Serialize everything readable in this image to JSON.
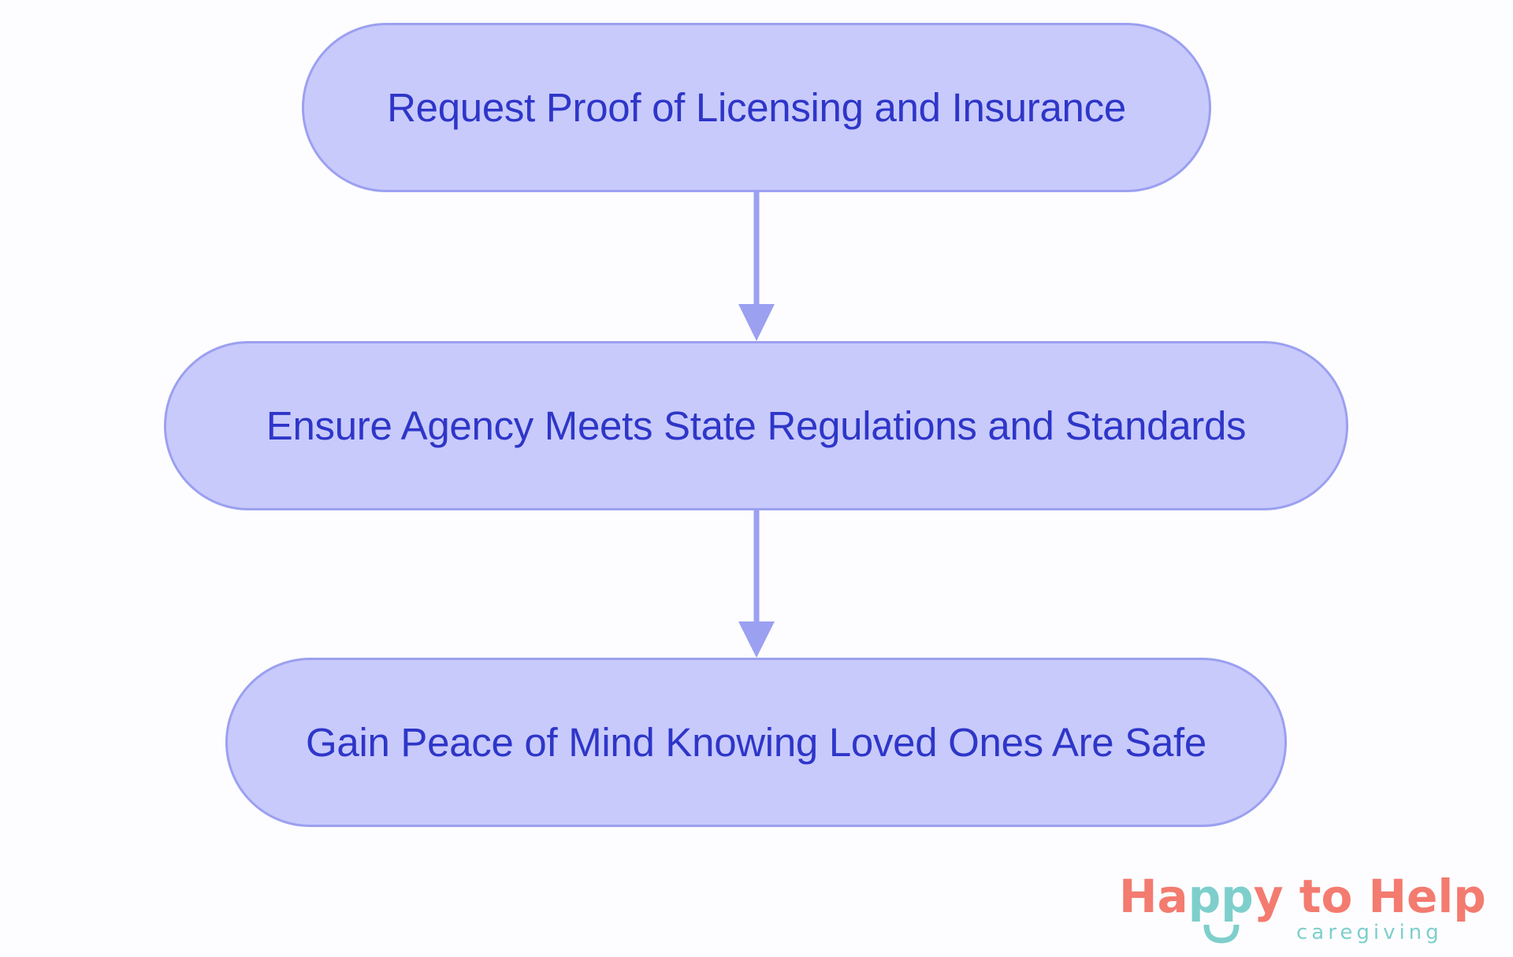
{
  "diagram": {
    "type": "flowchart",
    "direction": "top-to-bottom",
    "nodes": [
      {
        "id": "node-1",
        "label": "Request Proof of Licensing and Insurance",
        "shape": "stadium"
      },
      {
        "id": "node-2",
        "label": "Ensure Agency Meets State Regulations and Standards",
        "shape": "stadium"
      },
      {
        "id": "node-3",
        "label": "Gain Peace of Mind Knowing Loved Ones Are Safe",
        "shape": "stadium"
      }
    ],
    "edges": [
      {
        "from": "node-1",
        "to": "node-2",
        "style": "arrow"
      },
      {
        "from": "node-2",
        "to": "node-3",
        "style": "arrow"
      }
    ]
  },
  "colors": {
    "background": "#FDFDFF",
    "node_fill": "#C8CAFC",
    "node_border": "#9BA0F0",
    "node_text": "#2E36C8",
    "edge": "#9BA0F0",
    "logo_coral": "#F37B6F",
    "logo_teal": "#7ECFCC"
  },
  "logo": {
    "parts": [
      {
        "text": "Ha",
        "color": "coral"
      },
      {
        "text": "pp",
        "color": "teal"
      },
      {
        "text": "y to Help",
        "color": "coral"
      }
    ],
    "subtitle": "caregiving",
    "icon": "smile-icon"
  }
}
